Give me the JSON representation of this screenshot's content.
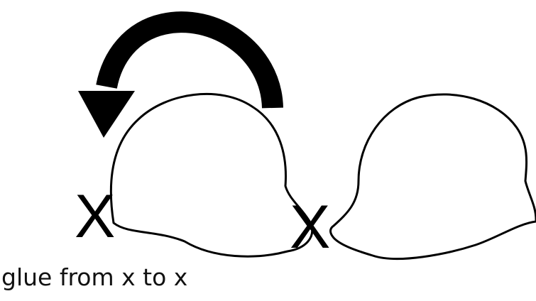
{
  "marks": {
    "left": "X",
    "right": "X"
  },
  "caption": "glue from x to x",
  "shapes": [
    "dome-left",
    "dome-right"
  ],
  "arrow": {
    "icon": "curved-arrow-icon",
    "color": "#000000"
  }
}
